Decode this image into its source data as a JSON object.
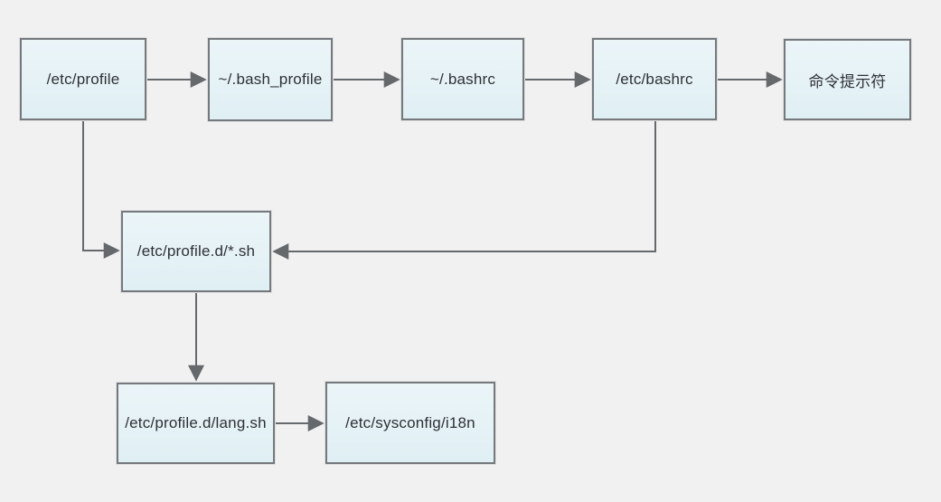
{
  "diagram": {
    "description": "bash shell startup configuration file loading order flowchart",
    "colors": {
      "background": "#f1f1f2",
      "node_fill": "#e3f1f6",
      "node_border": "#75797d",
      "arrow": "#66696c",
      "text": "#2e3135"
    },
    "nodes": [
      {
        "id": "etc-profile",
        "label": "/etc/profile"
      },
      {
        "id": "bash-profile",
        "label": "~/.bash_profile"
      },
      {
        "id": "bashrc",
        "label": "~/.bashrc"
      },
      {
        "id": "etc-bashrc",
        "label": "/etc/bashrc"
      },
      {
        "id": "command-prompt",
        "label": "命令提示符"
      },
      {
        "id": "profile-d-sh",
        "label": "/etc/profile.d/*.sh"
      },
      {
        "id": "lang-sh",
        "label": "/etc/profile.d/lang.sh"
      },
      {
        "id": "sysconfig-i18n",
        "label": "/etc/sysconfig/i18n"
      }
    ],
    "edges": [
      {
        "from": "etc-profile",
        "to": "bash-profile"
      },
      {
        "from": "bash-profile",
        "to": "bashrc"
      },
      {
        "from": "bashrc",
        "to": "etc-bashrc"
      },
      {
        "from": "etc-bashrc",
        "to": "command-prompt"
      },
      {
        "from": "etc-profile",
        "to": "profile-d-sh"
      },
      {
        "from": "etc-bashrc",
        "to": "profile-d-sh"
      },
      {
        "from": "profile-d-sh",
        "to": "lang-sh"
      },
      {
        "from": "lang-sh",
        "to": "sysconfig-i18n"
      }
    ]
  }
}
